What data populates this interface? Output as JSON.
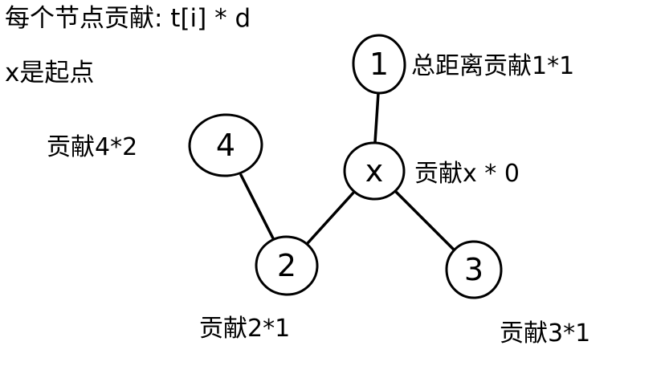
{
  "notes": {
    "line1": "每个节点贡献: t[i] * d",
    "line2": "x是起点"
  },
  "tree": {
    "root_hint": "x",
    "nodes": [
      {
        "id": "1",
        "label": "1",
        "annotation": "总距离贡献1*1"
      },
      {
        "id": "x",
        "label": "x",
        "annotation": "贡献x * 0"
      },
      {
        "id": "4",
        "label": "4",
        "annotation": "贡献4*2"
      },
      {
        "id": "2",
        "label": "2",
        "annotation": "贡献2*1"
      },
      {
        "id": "3",
        "label": "3",
        "annotation": "贡献3*1"
      }
    ],
    "edges": [
      {
        "from": "1",
        "to": "x"
      },
      {
        "from": "x",
        "to": "2"
      },
      {
        "from": "4",
        "to": "2"
      },
      {
        "from": "x",
        "to": "3"
      }
    ]
  },
  "colors": {
    "ink": "#000000",
    "background": "#ffffff"
  }
}
